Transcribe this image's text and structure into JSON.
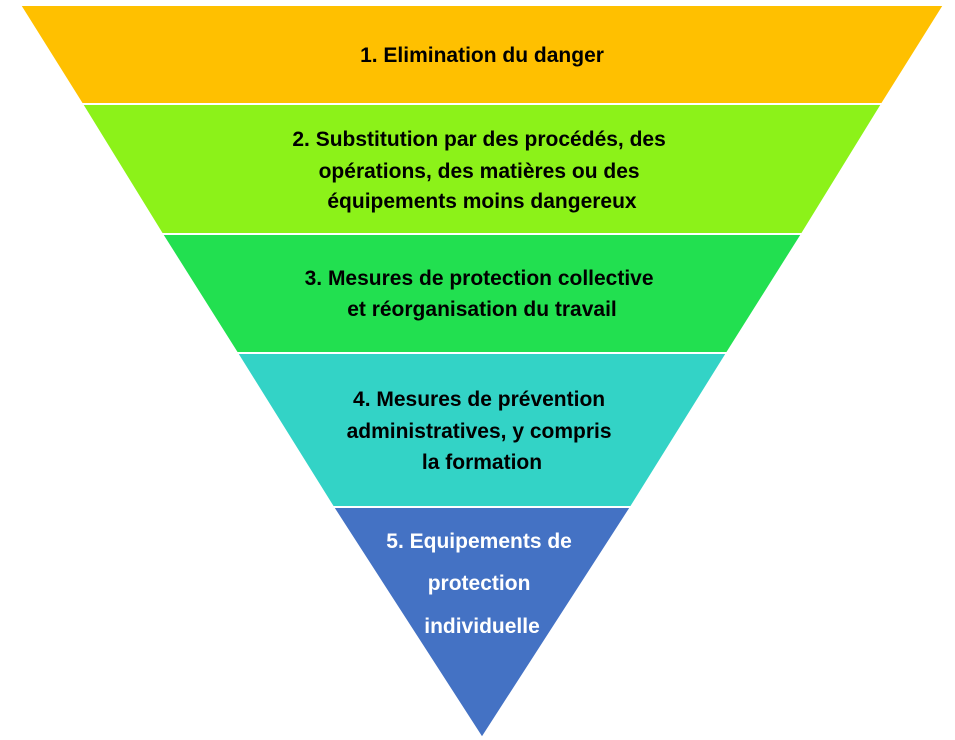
{
  "pyramid": {
    "levels": [
      {
        "lines": [
          "1. Elimination du danger"
        ],
        "color": "#FFC000",
        "text_color": "#000000"
      },
      {
        "lines": [
          "2. Substitution par des procédés, des",
          "opérations, des matières ou des",
          "équipements moins dangereux"
        ],
        "color": "#8CF219",
        "text_color": "#000000"
      },
      {
        "lines": [
          "3. Mesures de protection collective",
          "et réorganisation du travail"
        ],
        "color": "#22E050",
        "text_color": "#000000"
      },
      {
        "lines": [
          "4. Mesures de prévention",
          "administratives, y compris",
          "la formation"
        ],
        "color": "#33D3C6",
        "text_color": "#000000"
      },
      {
        "lines": [
          "5. Equipements de",
          "protection",
          "individuelle"
        ],
        "color": "#4472C4",
        "text_color": "#FFFFFF"
      }
    ]
  }
}
